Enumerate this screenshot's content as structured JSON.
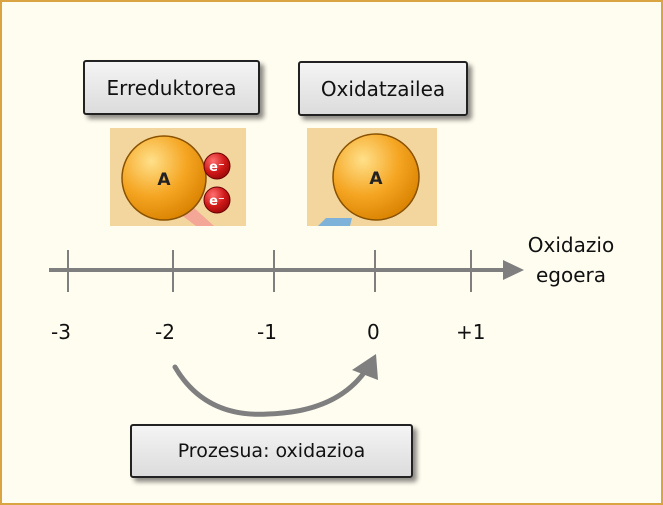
{
  "labels": {
    "reducer": "Erreduktorea",
    "oxidizer": "Oxidatzailea",
    "process": "Prozesua: oxidazioa"
  },
  "axis": {
    "title_line1": "Oxidazio",
    "title_line2": "egoera",
    "ticks": [
      "-3",
      "-2",
      "-1",
      "0",
      "+1"
    ]
  },
  "atoms": {
    "reducer_atom": "A",
    "oxidizer_atom": "A",
    "electron_1": "e⁻",
    "electron_2": "e⁻"
  },
  "colors": {
    "border": "#d9a441",
    "background": "#fffcf0",
    "tile": "#f3d69e",
    "atom": "#f0a020",
    "electron": "#c81818",
    "arrow": "#7f7f7f"
  }
}
